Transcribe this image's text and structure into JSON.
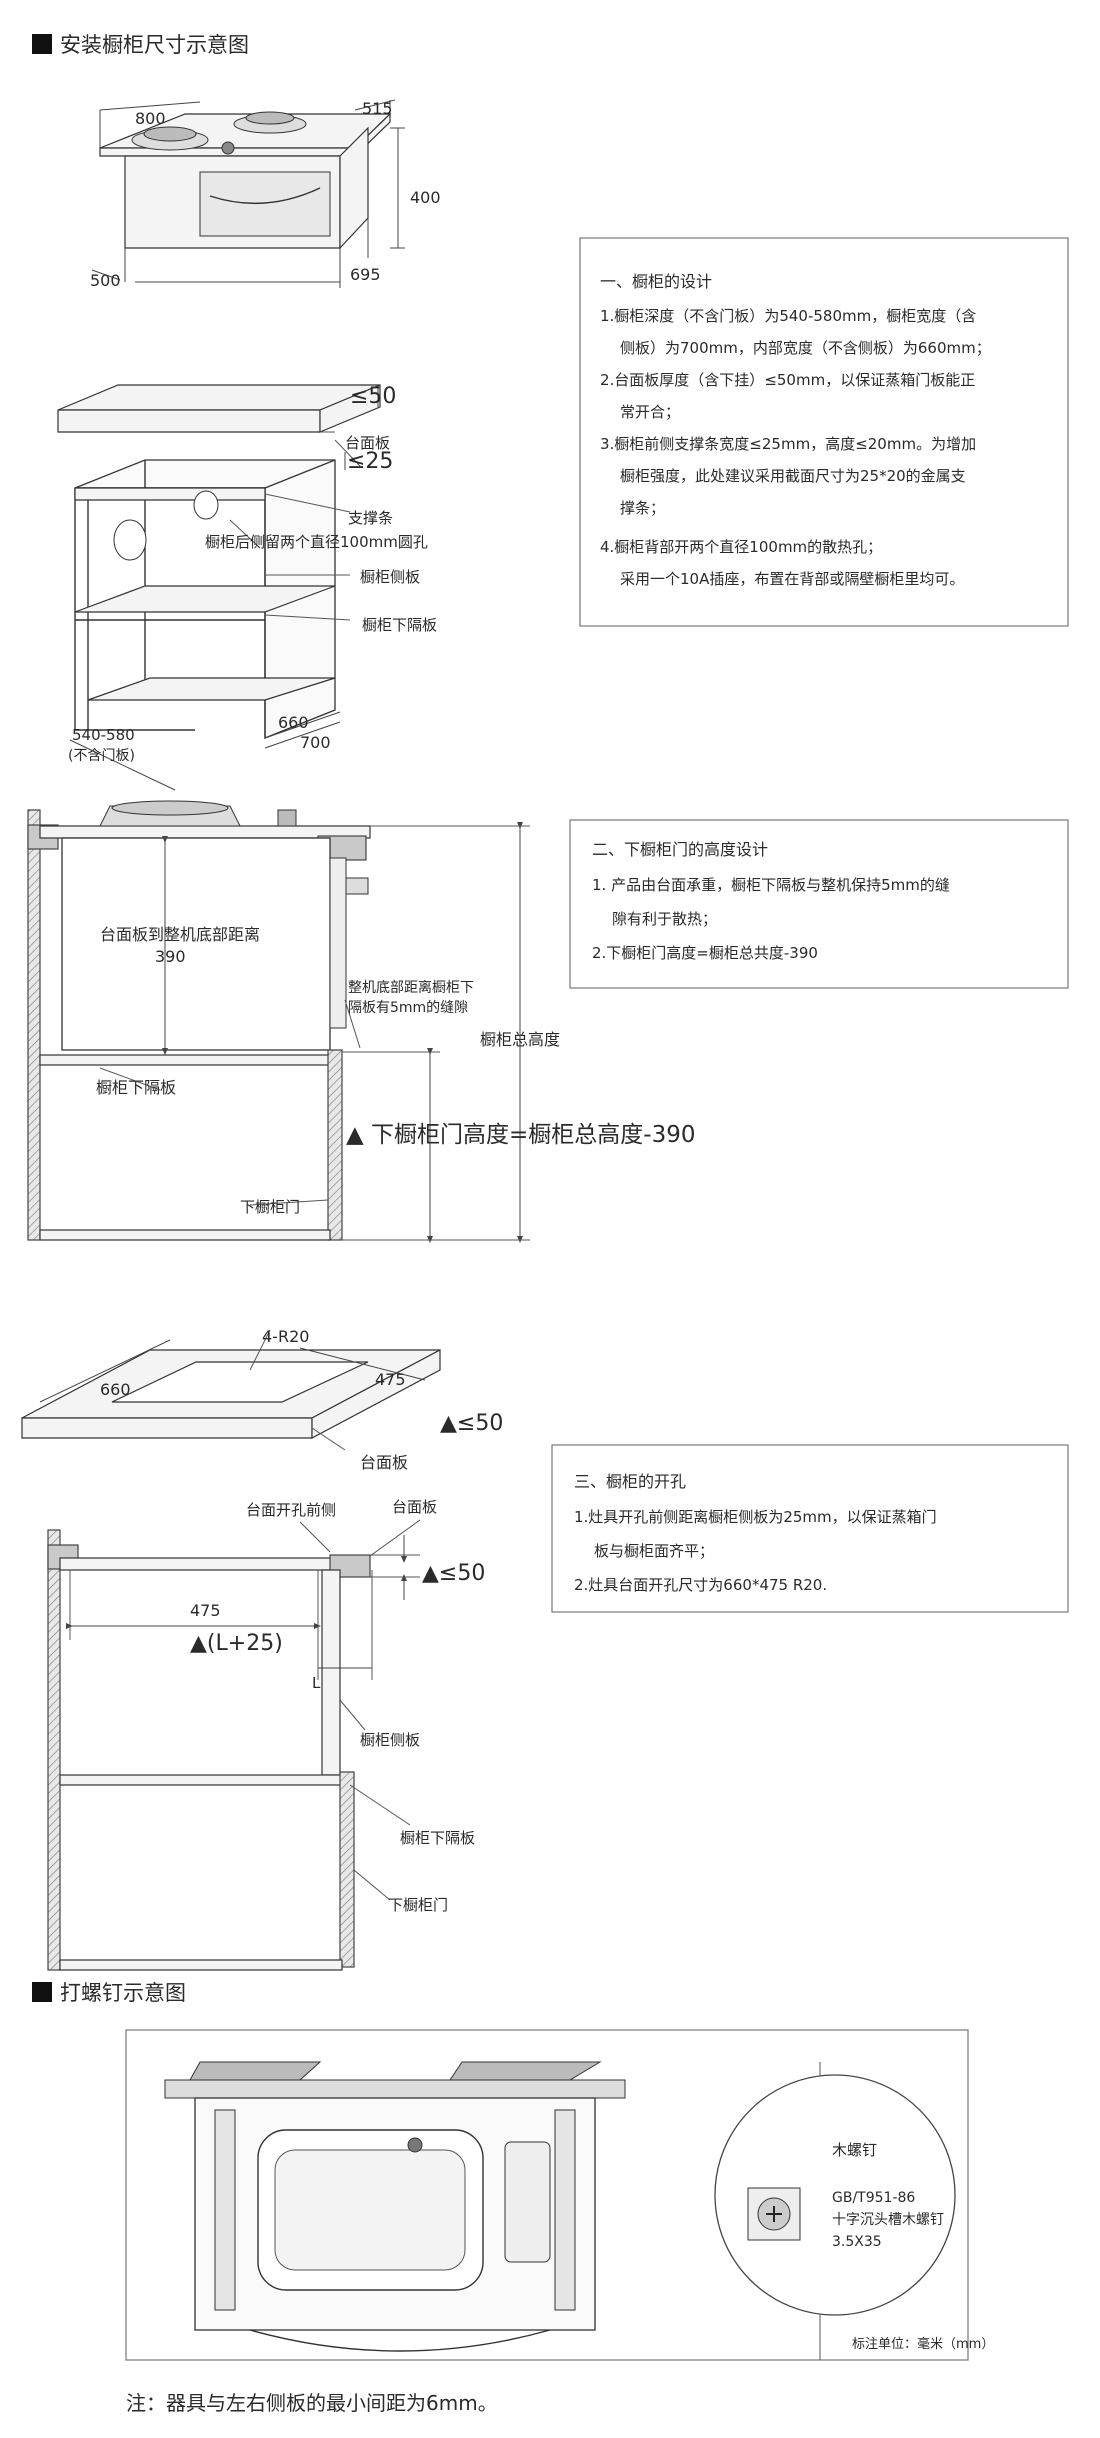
{
  "sections": {
    "install_title": "安装橱柜尺寸示意图",
    "screw_title": "打螺钉示意图"
  },
  "fig1": {
    "dims": {
      "d800": "800",
      "d515": "515",
      "d400": "400",
      "d500": "500",
      "d695": "695"
    }
  },
  "fig2": {
    "le50": "≤50",
    "le25": "≤25",
    "countertop": "台面板",
    "support": "支撑条",
    "holes": "橱柜后侧留两个直径100mm圆孔",
    "side_panel": "橱柜侧板",
    "lower_partition": "橱柜下隔板",
    "d540_580": "540-580",
    "no_door": "(不含门板)",
    "d660": "660",
    "d700": "700"
  },
  "box1": {
    "title": "一、橱柜的设计",
    "lines": [
      "1.橱柜深度（不含门板）为540-580mm，橱柜宽度（含",
      "侧板）为700mm，内部宽度（不含侧板）为660mm；",
      "2.台面板厚度（含下挂）≤50mm，以保证蒸箱门板能正",
      "常开合；",
      "3.橱柜前侧支撑条宽度≤25mm，高度≤20mm。为增加",
      "橱柜强度，此处建议采用截面尺寸为25*20的金属支",
      "撑条；",
      "4.橱柜背部开两个直径100mm的散热孔；",
      "采用一个10A插座，布置在背部或隔壁橱柜里均可。"
    ]
  },
  "fig3": {
    "gap_label": "台面板到整机底部距离",
    "gap_value": "390",
    "clearance_1": "整机底部距离橱柜下",
    "clearance_2": "隔板有5mm的缝隙",
    "total_height": "橱柜总高度",
    "lower_partition": "橱柜下隔板",
    "door_formula": "下橱柜门高度=橱柜总高度-390",
    "lower_door": "下橱柜门"
  },
  "box2": {
    "title": "二、下橱柜门的高度设计",
    "lines": [
      "1. 产品由台面承重，橱柜下隔板与整机保持5mm的缝",
      "隙有利于散热；",
      "2.下橱柜门高度=橱柜总共度-390"
    ]
  },
  "fig4": {
    "radius": "4-R20",
    "d660": "660",
    "d475": "475",
    "le50": "≤50",
    "countertop": "台面板"
  },
  "fig5": {
    "front_edge": "台面开孔前侧",
    "countertop": "台面板",
    "le50": "≤50",
    "d475": "475",
    "l_plus": "(L+25)",
    "l": "L",
    "side_panel": "橱柜侧板",
    "lower_partition": "橱柜下隔板",
    "lower_door": "下橱柜门"
  },
  "box3": {
    "title": "三、橱柜的开孔",
    "lines": [
      "1.灶具开孔前侧距离橱柜侧板为25mm，以保证蒸箱门",
      "板与橱柜面齐平；",
      "2.灶具台面开孔尺寸为660*475 R20."
    ]
  },
  "screw": {
    "wood_screw": "木螺钉",
    "standard": "GB/T951-86",
    "desc": "十字沉头槽木螺钉",
    "size": "3.5X35",
    "unit_note": "标注单位：毫米（mm）"
  },
  "footnote": "注：器具与左右侧板的最小间距为6mm。"
}
